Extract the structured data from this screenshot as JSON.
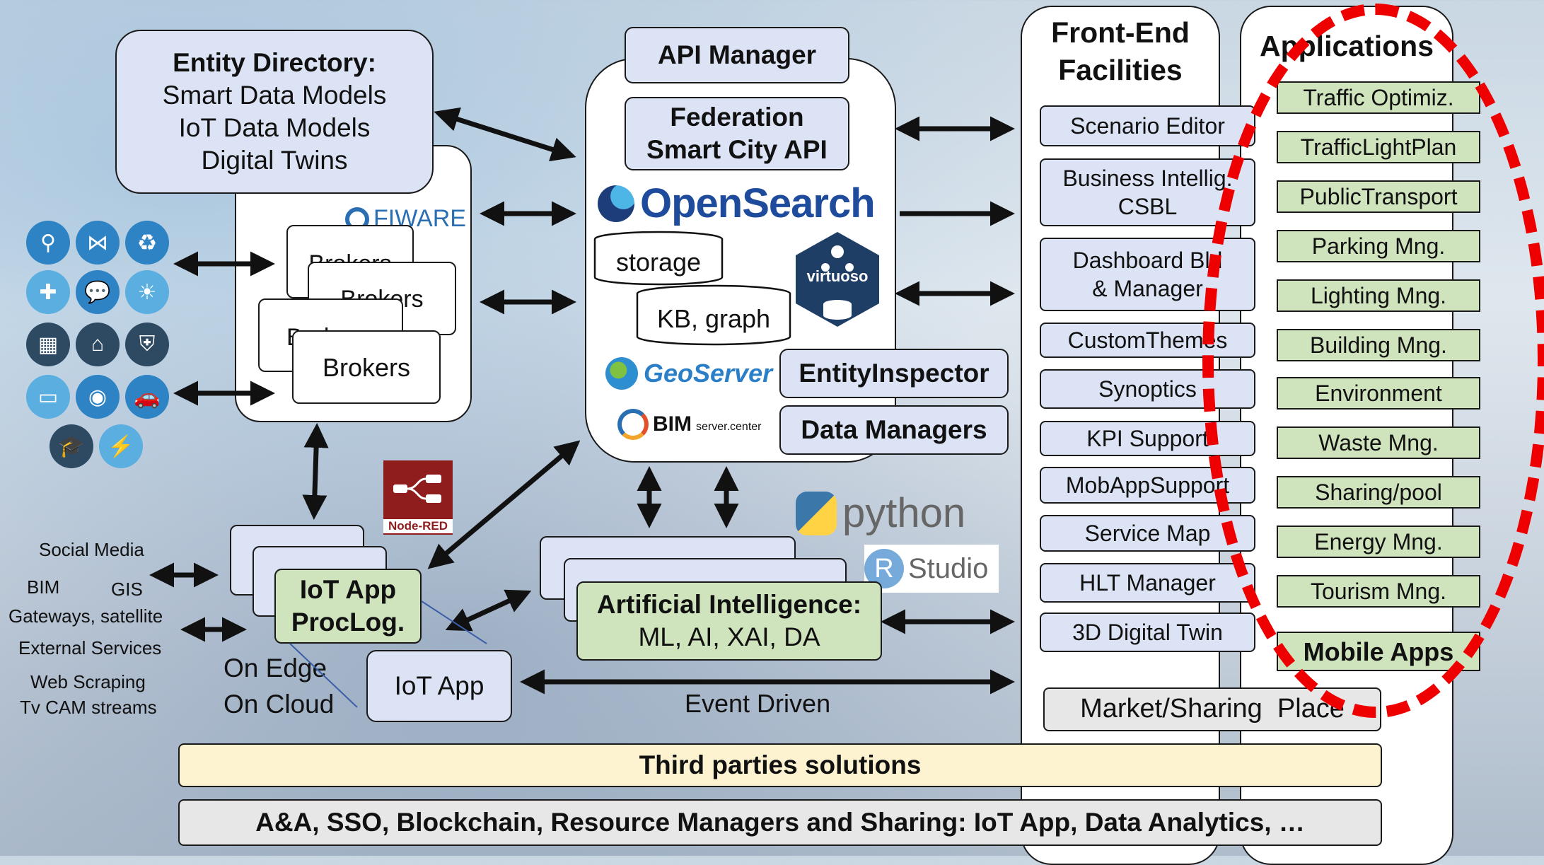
{
  "entity_directory": {
    "title": "Entity Directory:",
    "lines": [
      "Smart Data Models",
      "IoT Data Models",
      "Digital Twins"
    ]
  },
  "fiware": "FIWARE",
  "brokers": [
    "Brokers",
    "Brokers",
    "Brokers",
    "Brokers"
  ],
  "api_manager": "API Manager",
  "federation": [
    "Federation",
    "Smart City API"
  ],
  "opensearch": "OpenSearch",
  "storage": "storage",
  "kb_graph": "KB, graph",
  "virtuoso": "virtuoso",
  "geoserver": "GeoServer",
  "bim": {
    "main": "BIM",
    "sub": "server.center"
  },
  "entity_inspector": "EntityInspector",
  "data_managers": "Data Managers",
  "node_red": "Node-RED",
  "python": "python",
  "rstudio": {
    "r": "R",
    "text": "Studio"
  },
  "iot_proclog": [
    "IoT App",
    "ProcLog."
  ],
  "iot_app": "IoT App",
  "edge_cloud": [
    "On Edge",
    "On Cloud"
  ],
  "ai": {
    "title": "Artificial Intelligence:",
    "sub": "ML, AI, XAI, DA"
  },
  "event_driven": "Event Driven",
  "sources": {
    "social": "Social Media",
    "bim": "BIM",
    "gis": "GIS",
    "gateways": "Gateways, satellite",
    "external": "External Services",
    "scraping": "Web Scraping",
    "tvcam": "Tv CAM streams"
  },
  "frontend": {
    "title": [
      "Front-End",
      "Facilities"
    ],
    "items": [
      "Scenario Editor",
      "Business Intellig. CSBL",
      "Dashboard Bld & Manager",
      "CustomThemes",
      "Synoptics",
      "KPI Support",
      "MobAppSupport",
      "Service Map",
      "HLT Manager",
      "3D Digital Twin"
    ]
  },
  "applications": {
    "title": "Applications",
    "items": [
      "Traffic Optimiz.",
      "TrafficLightPlan",
      "PublicTransport",
      "Parking Mng.",
      "Lighting Mng.",
      "Building Mng.",
      "Environment",
      "Waste Mng.",
      "Sharing/pool",
      "Energy Mng.",
      "Tourism Mng."
    ],
    "mobile": "Mobile Apps"
  },
  "market": "Market/Sharing  Place",
  "third_parties": "Third parties solutions",
  "bottom_bar": "A&A, SSO, Blockchain, Resource Managers and Sharing: IoT App, Data Analytics, …",
  "icons": [
    "water-tap-icon",
    "network-icon",
    "recycle-icon",
    "medical-kit-icon",
    "chat-icon",
    "light-bulb-icon",
    "building-icon",
    "smart-home-icon",
    "shield-icon",
    "laptop-icon",
    "cctv-camera-icon",
    "car-icon",
    "graduation-cap-icon",
    "lightning-icon"
  ],
  "colors": {
    "red_dash": "#ee0000",
    "blue_box": "#dbe3f4",
    "green_box": "#cfe3bd",
    "yellow_bar": "#fdf3d0",
    "gray_bar": "#e7e7e7",
    "icon_blue": "#2e83c5",
    "icon_dark": "#2d4a62"
  }
}
